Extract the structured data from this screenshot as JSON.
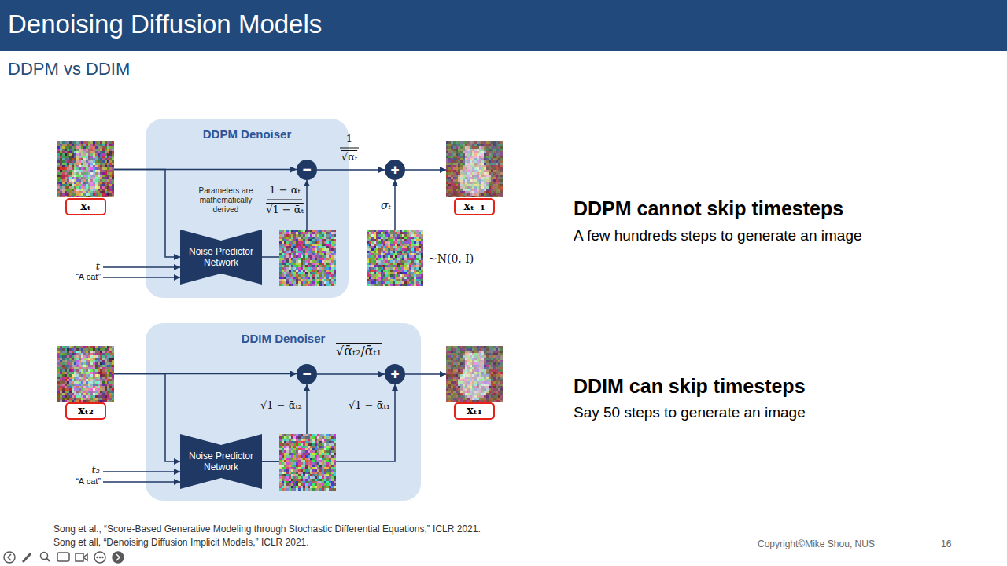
{
  "diagram": {
    "title": "Denoising Diffusion Models",
    "nodes": [
      {
        "text": [
          "xₜ"
        ]
      },
      {
        "text": [
          "DDPM Denoiser"
        ]
      },
      {
        "text": [
          "−"
        ],
        "in": 1
      },
      {
        "text": [
          "+"
        ]
      },
      {
        "text": [
          "Noise Predictor Network"
        ],
        "in": 1
      },
      {
        "text": [
          "xₜ₋₁"
        ]
      },
      {
        "text": [
          "xₜ₂"
        ]
      },
      {
        "text": [
          "DDIM Denoiser"
        ]
      },
      {
        "text": [
          "−"
        ],
        "in": 7
      },
      {
        "text": [
          "+"
        ],
        "in": 7
      },
      {
        "text": [
          "Noise Predictor Network"
        ],
        "in": 7
      },
      {
        "text": [
          "xₜ₁"
        ]
      }
    ],
    "edges": [
      {
        "from": 0,
        "to": 2,
        "arrow": "to"
      },
      {
        "from": 0,
        "to": 4,
        "arrow": "to"
      },
      {
        "from": 4,
        "to": 2,
        "arrow": "to"
      },
      {
        "from": 2,
        "to": 3,
        "arrow": "to"
      },
      {
        "from": 3,
        "to": 5,
        "arrow": "to"
      },
      {
        "from": 6,
        "to": 8,
        "arrow": "to"
      },
      {
        "from": 6,
        "to": 10,
        "arrow": "to"
      },
      {
        "from": 10,
        "to": 8,
        "arrow": "to"
      },
      {
        "from": 10,
        "to": 9,
        "arrow": "to"
      },
      {
        "from": 8,
        "to": 9,
        "arrow": "to"
      },
      {
        "from": 9,
        "to": 11,
        "arrow": "to"
      }
    ],
    "labels": [
      "DDPM vs DDIM",
      "1",
      "√αₜ",
      "Parameters are mathematically derived",
      "1 − αₜ",
      "√1 − ᾱₜ",
      "t",
      "“A cat”",
      "σₜ",
      "~N(0, I)",
      "DDPM cannot skip timesteps",
      "A few hundreds steps to generate an image",
      "√ᾱₜ₂/ᾱₜ₁",
      "√1 − ᾱₜ₂",
      "√1 − ᾱₜ₁",
      "t₂",
      "“A cat”",
      "DDIM can skip timesteps",
      "Say 50 steps to generate an image",
      "Song et al., “Score-Based Generative Modeling through Stochastic Differential Equations,” ICLR 2021.",
      "Song et all, “Denoising Diffusion Implicit Models,” ICLR 2021.",
      "Copyright©Mike Shou, NUS",
      "16"
    ]
  }
}
